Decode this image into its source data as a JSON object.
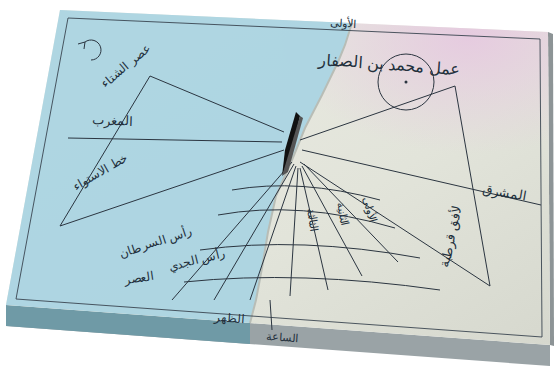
{
  "diagram": {
    "labels": [
      "عمل محمد بن الصفار",
      "الأولى",
      "المغرب",
      "المشرق",
      "عصر الشتاء",
      "خط الاستواء",
      "رأس السرطان",
      "رأس الجدي",
      "الظهر",
      "الثالثة",
      "الثانية",
      "الأولى",
      "لأفق قرطبة",
      "الساعة",
      "العصر"
    ]
  }
}
